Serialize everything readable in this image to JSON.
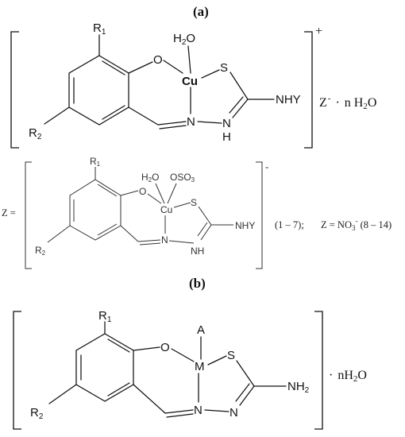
{
  "panel_a": {
    "label": "(a)",
    "atoms": {
      "R1": "R",
      "R1_sub": "1",
      "R2": "R",
      "R2_sub": "2",
      "O": "O",
      "Cu": "Cu",
      "S": "S",
      "NHY": "NHY",
      "N": "N",
      "H": "H",
      "H2O": "H",
      "H2O_sub": "2",
      "H2O_O": "O"
    },
    "charge": "+",
    "counter": "Z",
    "counter_charge": "-",
    "dot": "·",
    "water": "n H",
    "water_sub": "2",
    "water_O": "O"
  },
  "panel_z": {
    "prefix": "Z =",
    "atoms": {
      "R1": "R",
      "R1_sub": "1",
      "R2": "R",
      "R2_sub": "2",
      "O": "O",
      "Cu": "Cu",
      "S": "S",
      "NHY": "NHY",
      "N": "N",
      "NH": "NH",
      "H2O": "H",
      "H2O_sub": "2",
      "H2O_O": "O",
      "OSO3": "OSO",
      "OSO3_sub": "3"
    },
    "charge": "-",
    "range1": "(1 – 7);",
    "eq": "Z = NO",
    "no3_sub": "3",
    "no3_sup": "-",
    "range2": " (8 – 14)"
  },
  "panel_b": {
    "label": "(b)",
    "atoms": {
      "R1": "R",
      "R1_sub": "1",
      "R2": "R",
      "R2_sub": "2",
      "O": "O",
      "M": "M",
      "A": "A",
      "S": "S",
      "NH2": "NH",
      "NH2_sub": "2",
      "N1": "N",
      "N2": "N"
    },
    "dot": "·",
    "water": "nH",
    "water_sub": "2",
    "water_O": "O"
  }
}
